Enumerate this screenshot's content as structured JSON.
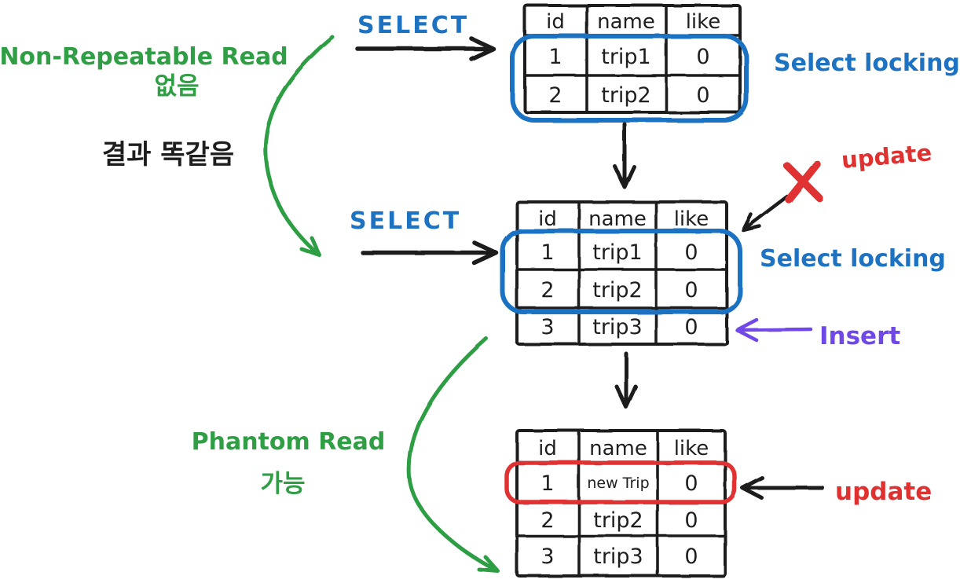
{
  "labels": {
    "non_repeatable_read": "Non-Repeatable Read",
    "non_repeatable_read_status": "없음",
    "result_same": "결과 똑같음",
    "select_top": "SELECT",
    "select_mid": "SELECT",
    "select_locking_top": "Select locking",
    "select_locking_mid": "Select locking",
    "update_blocked": "update",
    "insert": "Insert",
    "update_applied": "update",
    "phantom_read": "Phantom Read",
    "phantom_read_status": "가능"
  },
  "tables": [
    {
      "headers": [
        "id",
        "name",
        "like"
      ],
      "rows": [
        [
          "1",
          "trip1",
          "0"
        ],
        [
          "2",
          "trip2",
          "0"
        ]
      ],
      "locked_rows": "rows 1-2 outlined blue (select locking)"
    },
    {
      "headers": [
        "id",
        "name",
        "like"
      ],
      "rows": [
        [
          "1",
          "trip1",
          "0"
        ],
        [
          "2",
          "trip2",
          "0"
        ],
        [
          "3",
          "trip3",
          "0"
        ]
      ],
      "locked_rows": "rows 1-2 outlined blue (select locking), row 3 inserted"
    },
    {
      "headers": [
        "id",
        "name",
        "like"
      ],
      "rows": [
        [
          "1",
          "new Trip",
          "0"
        ],
        [
          "2",
          "trip2",
          "0"
        ],
        [
          "3",
          "trip3",
          "0"
        ]
      ],
      "locked_rows": "row 1 outlined red (updated)"
    }
  ],
  "colors": {
    "ink": "#1e1e1e",
    "blue": "#1d72c2",
    "green": "#2f9e44",
    "red": "#e03131",
    "purple": "#7048e8",
    "background": "#ffffff"
  }
}
